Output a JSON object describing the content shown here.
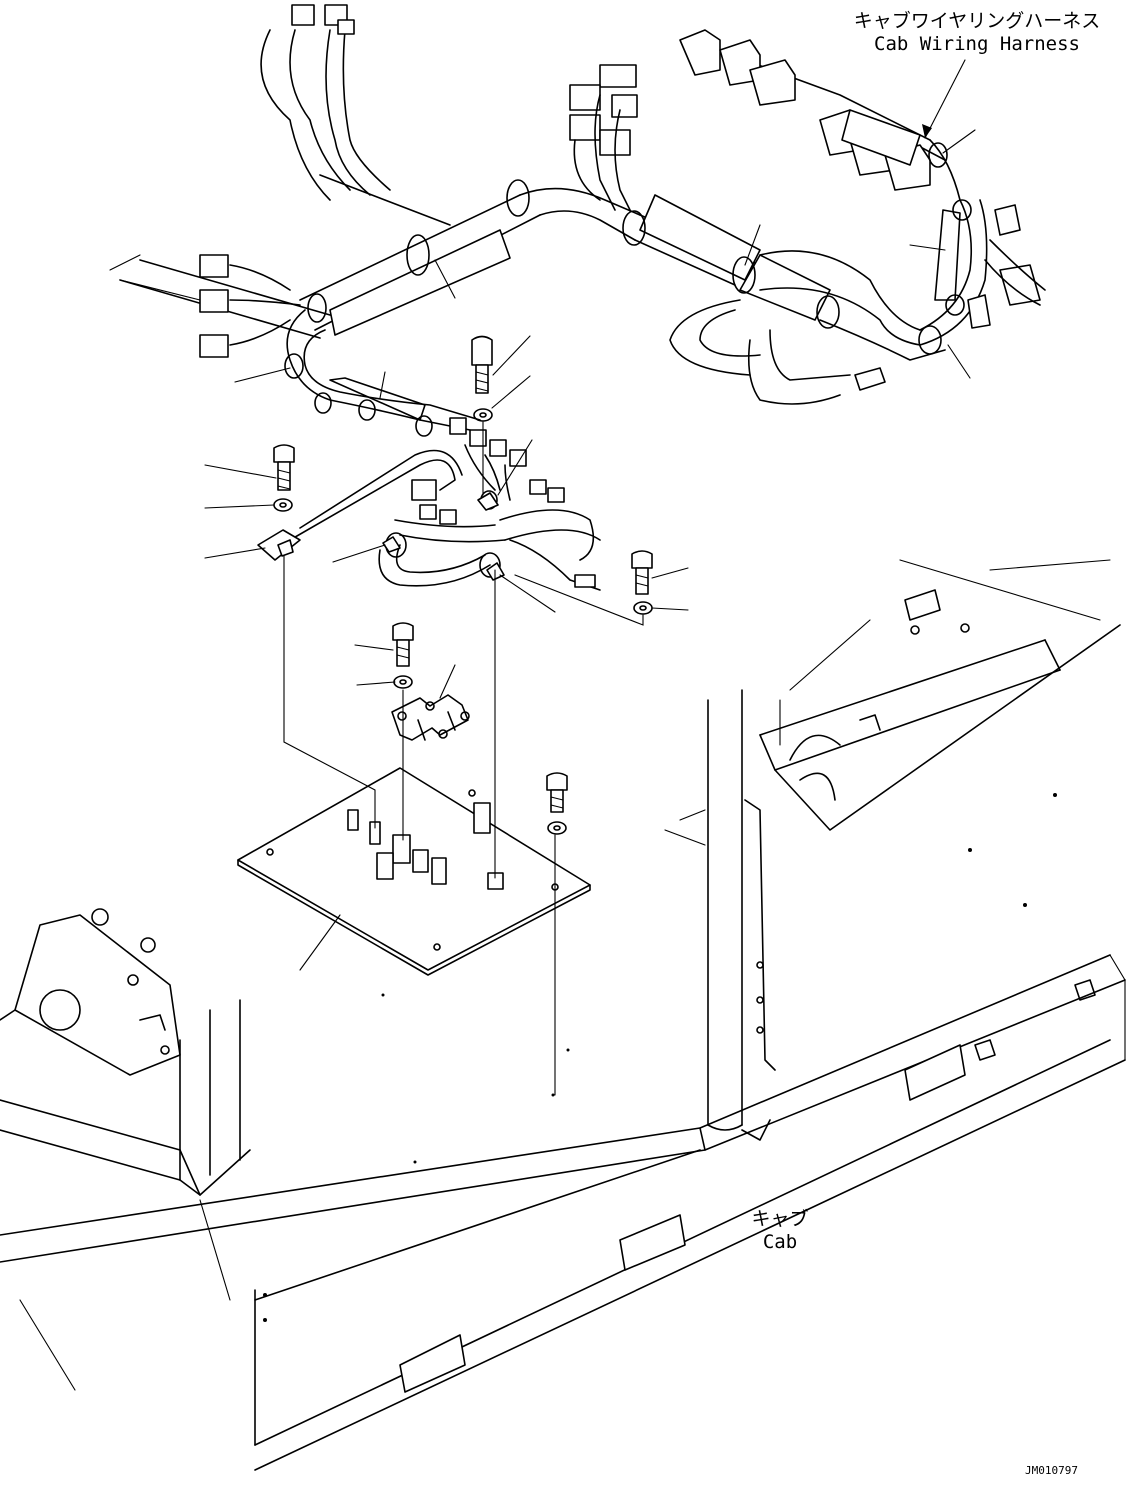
{
  "labels": {
    "harness": {
      "jp": "キャブワイヤリングハーネス",
      "en": "Cab Wiring Harness"
    },
    "cab": {
      "jp": "キャブ",
      "en": "Cab"
    }
  },
  "drawing_code": "JM010797",
  "icons": [
    "bolt-icon",
    "washer-icon",
    "clamp-icon",
    "connector-icon",
    "plate-icon"
  ]
}
